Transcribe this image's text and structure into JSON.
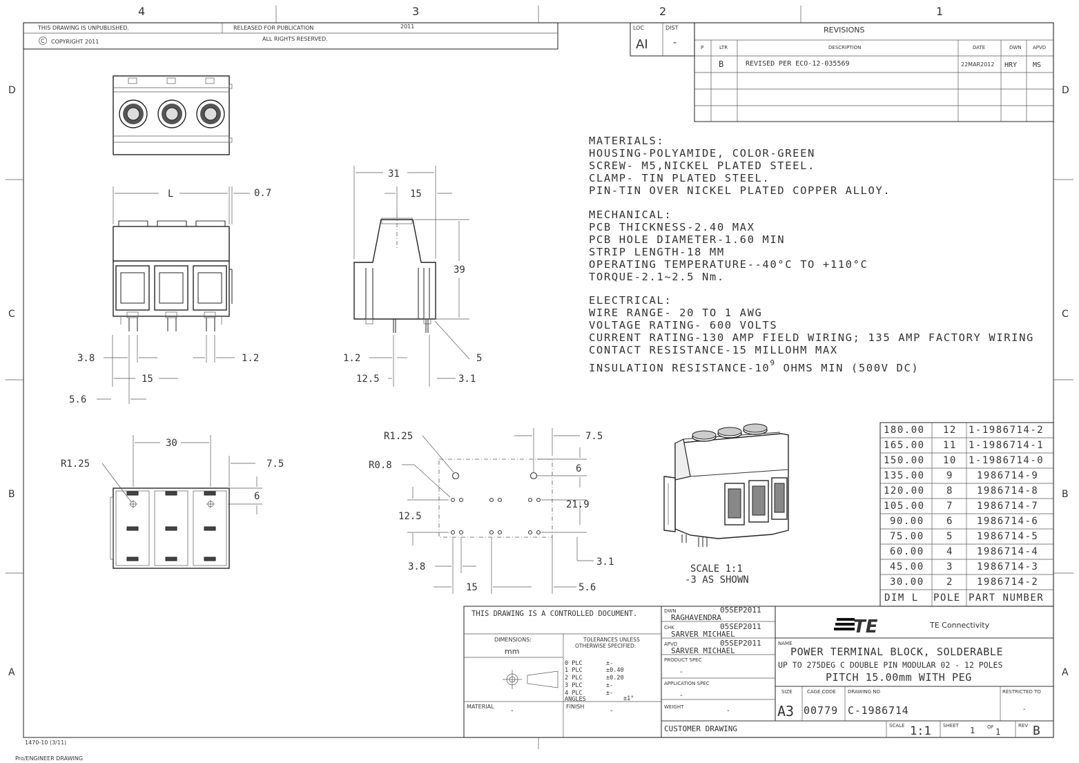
{
  "zones": {
    "top": [
      "4",
      "3",
      "2",
      "1"
    ],
    "side": [
      "D",
      "C",
      "B",
      "A"
    ]
  },
  "header": {
    "unpublished": "THIS DRAWING IS UNPUBLISHED.",
    "copyright": "COPYRIGHT 2011",
    "released": "RELEASED FOR PUBLICATION",
    "released_year": "2011",
    "rights": "ALL RIGHTS RESERVED.",
    "copyright_symbol": "C"
  },
  "loc_dist": {
    "loc_label": "LOC",
    "loc_value": "AI",
    "dist_label": "DIST",
    "dist_value": "-"
  },
  "revisions": {
    "title": "REVISIONS",
    "cols": [
      "P",
      "LTR",
      "DESCRIPTION",
      "DATE",
      "DWN",
      "APVD"
    ],
    "rows": [
      {
        "ltr": "B",
        "desc": "REVISED PER ECO-12-035569",
        "date": "22MAR2012",
        "dwn": "HRY",
        "apvd": "MS"
      }
    ]
  },
  "notes": {
    "materials": [
      "MATERIALS:",
      "HOUSING-POLYAMIDE, COLOR-GREEN",
      "SCREW- M5,NICKEL PLATED STEEL.",
      "CLAMP- TIN PLATED STEEL.",
      "PIN-TIN OVER NICKEL PLATED COPPER ALLOY."
    ],
    "mechanical": [
      "MECHANICAL:",
      "PCB THICKNESS-2.40 MAX",
      "PCB HOLE DIAMETER-1.60 MIN",
      "STRIP LENGTH-18 MM",
      "OPERATING TEMPERATURE--40°C TO +110°C",
      "TORQUE-2.1~2.5 Nm."
    ],
    "electrical": [
      "ELECTRICAL:",
      "WIRE RANGE- 20 TO 1 AWG",
      "VOLTAGE RATING- 600 VOLTS",
      "CURRENT RATING-130 AMP FIELD WIRING; 135 AMP FACTORY WIRING",
      "CONTACT RESISTANCE-15 MILLOHM MAX"
    ],
    "insulation_pre": "INSULATION RESISTANCE-10",
    "insulation_exp": "9",
    "insulation_post": " OHMS MIN (500V DC)"
  },
  "dims": {
    "front": {
      "L": "L",
      "d07": "0.7",
      "d38": "3.8",
      "d12": "1.2",
      "d15": "15",
      "d56": "5.6"
    },
    "side": {
      "d31": "31",
      "d15": "15",
      "d39": "39",
      "d12": "1.2",
      "d5": "5",
      "d125": "12.5",
      "d31b": "3.1"
    },
    "bottom": {
      "d30": "30",
      "r125": "R1.25",
      "d75": "7.5",
      "d6": "6"
    },
    "pcb": {
      "r125": "R1.25",
      "r08": "R0.8",
      "d75": "7.5",
      "d6": "6",
      "d219": "21.9",
      "d125": "12.5",
      "d31": "3.1",
      "d38": "3.8",
      "d15": "15",
      "d56": "5.6"
    },
    "iso": {
      "scale": "SCALE 1:1",
      "shown": "-3 AS SHOWN"
    }
  },
  "part_table": {
    "headers": [
      "DIM L",
      "POLE",
      "PART NUMBER"
    ],
    "rows": [
      [
        "180.00",
        "12",
        "1-1986714-2"
      ],
      [
        "165.00",
        "11",
        "1-1986714-1"
      ],
      [
        "150.00",
        "10",
        "1-1986714-0"
      ],
      [
        "135.00",
        "9",
        "1986714-9"
      ],
      [
        "120.00",
        "8",
        "1986714-8"
      ],
      [
        "105.00",
        "7",
        "1986714-7"
      ],
      [
        "90.00",
        "6",
        "1986714-6"
      ],
      [
        "75.00",
        "5",
        "1986714-5"
      ],
      [
        "60.00",
        "4",
        "1986714-4"
      ],
      [
        "45.00",
        "3",
        "1986714-3"
      ],
      [
        "30.00",
        "2",
        "1986714-2"
      ]
    ]
  },
  "title_block": {
    "controlled": "THIS DRAWING IS A CONTROLLED DOCUMENT.",
    "dimensions_label": "DIMENSIONS:",
    "dimensions_unit": "mm",
    "tolerances_label": "TOLERANCES UNLESS",
    "tolerances_label2": "OTHERWISE SPECIFIED:",
    "tolerances": [
      [
        "0 PLC",
        "±-"
      ],
      [
        "1 PLC",
        "±0.40"
      ],
      [
        "2 PLC",
        "±0.20"
      ],
      [
        "3 PLC",
        "±-"
      ],
      [
        "4 PLC",
        "±-"
      ]
    ],
    "angles_label": "ANGLES",
    "angles_value": "±1°",
    "material_label": "MATERIAL",
    "material_value": "-",
    "finish_label": "FINISH",
    "finish_value": "-",
    "dwn_label": "DWN",
    "dwn_name": "RAGHAVENDRA",
    "dwn_date": "05SEP2011",
    "chk_label": "CHK",
    "chk_name": "SARVER MICHAEL",
    "chk_date": "05SEP2011",
    "apvd_label": "APVD",
    "apvd_name": "SARVER MICHAEL",
    "apvd_date": "05SEP2011",
    "product_spec_label": "PRODUCT SPEC",
    "product_spec_value": "-",
    "application_spec_label": "APPLICATION SPEC",
    "application_spec_value": "-",
    "weight_label": "WEIGHT",
    "weight_value": "-",
    "customer_drawing": "CUSTOMER DRAWING",
    "company_logo": "TE",
    "company_name": "TE Connectivity",
    "name_label": "NAME",
    "name_lines": [
      "POWER TERMINAL BLOCK, SOLDERABLE",
      "UP TO 275DEG C DOUBLE PIN MODULAR 02 - 12 POLES",
      "PITCH 15.00mm WITH PEG"
    ],
    "size_label": "SIZE",
    "size_value": "A3",
    "cage_label": "CAGE CODE",
    "cage_value": "00779",
    "drawing_no_label": "DRAWING NO",
    "drawing_no_value": "C-1986714",
    "restricted_label": "RESTRICTED TO",
    "restricted_value": "-",
    "scale_label": "SCALE",
    "scale_value": "1:1",
    "sheet_label": "SHEET",
    "sheet_value": "1",
    "of_label": "OF",
    "of_value": "1",
    "rev_label": "REV",
    "rev_value": "B"
  },
  "footer": {
    "form": "1470-10 (3/11)",
    "path": "Pro/ENGINEER DRAWING"
  }
}
